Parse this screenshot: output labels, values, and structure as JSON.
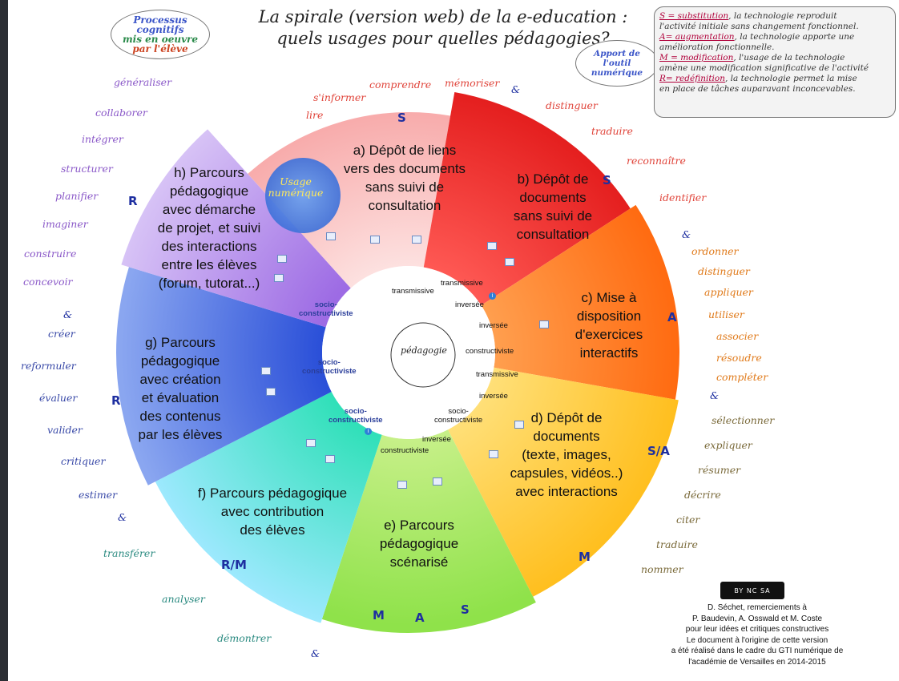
{
  "title": {
    "line1": "La spirale (version web) de la e-education :",
    "line2": "quels usages pour quelles pédagogies?"
  },
  "process_bubble": {
    "line1": "Processus",
    "line2": "cognitifs",
    "line3": "mis en oeuvre",
    "line4": "par l'élève"
  },
  "tool_bubble": {
    "line1": "Apport de",
    "line2": "l'outil",
    "line3": "numérique"
  },
  "legend": {
    "s_key": "S = substitution",
    "s_text": ", la technologie reproduit",
    "s_text2": "l'activité initiale sans changement fonctionnel.",
    "a_key": "A= augmentation",
    "a_text": ", la technologie apporte une",
    "a_text2": "amélioration fonctionnelle.",
    "m_key": "M = modification",
    "m_text": ", l'usage de la technologie",
    "m_text2": "amène une modification significative de l'activité",
    "r_key": "R= redéfinition",
    "r_text": ", la technologie permet la mise",
    "r_text2": "en place de tâches auparavant inconcevables."
  },
  "center": {
    "label": "pédagogie"
  },
  "usage": {
    "line1": "Usage",
    "line2": "numérique"
  },
  "segments": {
    "a": [
      "a) Dépôt de liens",
      "vers des documents",
      "sans suivi de",
      "consultation"
    ],
    "b": [
      "b) Dépôt de",
      "documents",
      "sans suivi de",
      "consultation"
    ],
    "c": [
      "c) Mise à",
      "disposition",
      "d'exercices",
      "interactifs"
    ],
    "d": [
      "d) Dépôt de",
      "documents",
      "(texte, images,",
      "capsules, vidéos..)",
      "avec interactions"
    ],
    "e": [
      "e) Parcours",
      "pédagogique",
      "scénarisé"
    ],
    "f": [
      "f) Parcours pédagogique",
      "avec contribution",
      "des élèves"
    ],
    "g": [
      "g) Parcours",
      "pédagogique",
      "avec création",
      "et évaluation",
      "des contenus",
      "par les élèves"
    ],
    "h": [
      "h) Parcours",
      "pédagogique",
      "avec démarche",
      "de projet, et suivi",
      "des interactions",
      "entre les élèves",
      "(forum, tutorat...)"
    ]
  },
  "codes": {
    "a": "S",
    "b": "S",
    "c": "A",
    "d": "S/A",
    "d2": "M",
    "e_m": "M",
    "e_a": "A",
    "e_s": "S",
    "f": "R/M",
    "g": "R",
    "h": "R"
  },
  "pedagogies": {
    "transmissive1": "transmissive",
    "transmissive2": "transmissive",
    "inversee1": "inversée",
    "inversee2": "inversée",
    "constructiviste1": "constructiviste",
    "transmissive3": "transmissive",
    "inversee3": "inversée",
    "socio1_l1": "socio-",
    "socio1_l2": "constructiviste",
    "inversee4": "inversée",
    "constructiviste2": "constructiviste",
    "socio2_l1": "socio-",
    "socio2_l2": "constructiviste",
    "socio3_l1": "socio-",
    "socio3_l2": "constructiviste",
    "socio4_l1": "socio-",
    "socio4_l2": "constructiviste"
  },
  "verbs": {
    "lire": "lire",
    "sinformer": "s'informer",
    "comprendre": "comprendre",
    "memoriser": "mémoriser",
    "amp1": "&",
    "distinguer1": "distinguer",
    "traduire1": "traduire",
    "reconnaitre": "reconnaître",
    "identifier": "identifier",
    "amp2": "&",
    "ordonner": "ordonner",
    "distinguer2": "distinguer",
    "appliquer": "appliquer",
    "utiliser": "utiliser",
    "associer": "associer",
    "resoudre": "résoudre",
    "completer": "compléter",
    "amp3": "&",
    "selectionner": "sélectionner",
    "expliquer": "expliquer",
    "resumer": "résumer",
    "decrire": "décrire",
    "citer": "citer",
    "traduire2": "traduire",
    "nommer": "nommer",
    "generaliser": "généraliser",
    "collaborer": "collaborer",
    "integrer": "intégrer",
    "structurer": "structurer",
    "planifier": "planifier",
    "imaginer": "imaginer",
    "construire": "construire",
    "concevoir": "concevoir",
    "amp4": "&",
    "creer": "créer",
    "reformuler": "reformuler",
    "evaluer": "évaluer",
    "valider": "valider",
    "critiquer": "critiquer",
    "estimer": "estimer",
    "amp5": "&",
    "transferer": "transférer",
    "analyser": "analyser",
    "demontrer": "démontrer",
    "amp6": "&"
  },
  "credits": {
    "license": "BY NC SA",
    "l1": "D. Séchet, remerciements à",
    "l2": "P. Baudevin, A. Osswald et M. Coste",
    "l3": "pour leur idées et critiques constructives",
    "l4": "Le document à l'origine de cette version",
    "l5": "a été réalisé dans le cadre du GTI numérique de",
    "l6": "l'académie de Versailles en 2014-2015"
  },
  "colors": {
    "seg_a": "#fbc7c6",
    "seg_b": "#ef2c2a",
    "seg_c": "#ff7a1c",
    "seg_d": "#ffc93c",
    "seg_e": "#a5ea5a",
    "seg_f": "#45e6c4",
    "seg_g": "#3d63e0",
    "seg_h": "#a67ae8",
    "code": "#1e2fa0"
  }
}
